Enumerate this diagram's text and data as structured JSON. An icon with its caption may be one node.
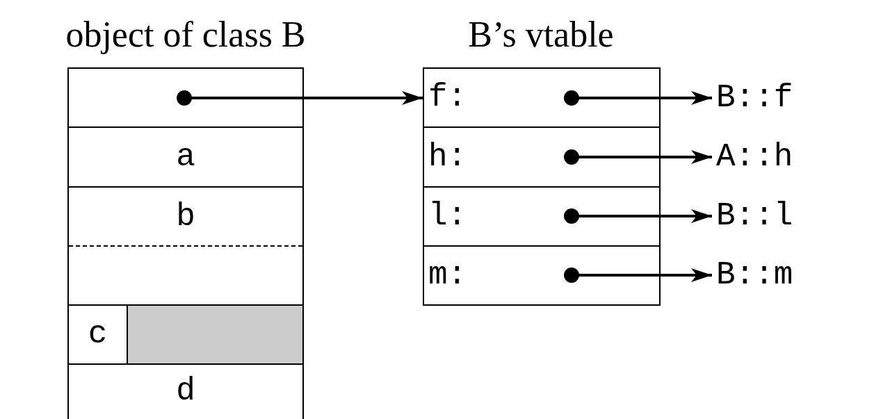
{
  "diagram": {
    "nodes": [
      {
        "text": [
          "object of class B"
        ]
      },
      {
        "text": [],
        "shape": "box",
        "in": 0
      },
      {
        "text": [
          "a"
        ],
        "in": 0
      },
      {
        "text": [
          "b"
        ],
        "in": 0
      },
      {
        "text": [
          "c"
        ],
        "in": 0
      },
      {
        "text": [],
        "shape": "box",
        "in": 0
      },
      {
        "text": [
          "d"
        ],
        "in": 0
      },
      {
        "text": [
          "B’s vtable"
        ]
      },
      {
        "text": [
          "f:"
        ],
        "in": 7
      },
      {
        "text": [
          "h:"
        ],
        "in": 7
      },
      {
        "text": [
          "l:"
        ],
        "in": 7
      },
      {
        "text": [
          "m:"
        ],
        "in": 7
      },
      {
        "text": [
          "B::f"
        ]
      },
      {
        "text": [
          "A::h"
        ]
      },
      {
        "text": [
          "B::l"
        ]
      },
      {
        "text": [
          "B::m"
        ]
      }
    ],
    "edges": [
      {
        "from": 1,
        "to": 8,
        "arrow": "to"
      },
      {
        "from": 8,
        "to": 12,
        "arrow": "to"
      },
      {
        "from": 9,
        "to": 13,
        "arrow": "to"
      },
      {
        "from": 10,
        "to": 14,
        "arrow": "to"
      },
      {
        "from": 11,
        "to": 15,
        "arrow": "to"
      }
    ]
  }
}
